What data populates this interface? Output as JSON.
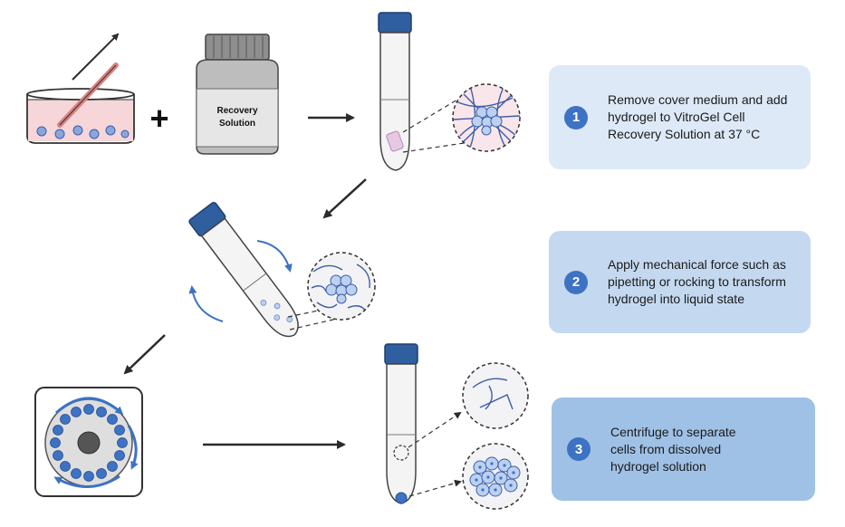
{
  "bottle": {
    "label_line1": "Recovery",
    "label_line2": "Solution"
  },
  "plus_sign": "+",
  "steps": [
    {
      "number": "1",
      "text": "Remove cover medium and add hydrogel to VitroGel Cell Recovery Solution at 37 °C",
      "bg": "#dde9f7"
    },
    {
      "number": "2",
      "text": "Apply mechanical force such as pipetting or rocking to transform hydrogel into liquid state",
      "bg": "#c4d9f0"
    },
    {
      "number": "3",
      "text": "Centrifuge to separate cells from dissolved hydrogel solution",
      "bg": "#9fc1e6"
    }
  ],
  "colors": {
    "accent_blue": "#3d72c4",
    "cap_blue": "#2f5f9e",
    "cell_blue": "#4b7fd0",
    "medium_pink": "#f6d6d8",
    "arrow_dark": "#2b2b2b",
    "bottle_gray": "#b9b9b9"
  }
}
